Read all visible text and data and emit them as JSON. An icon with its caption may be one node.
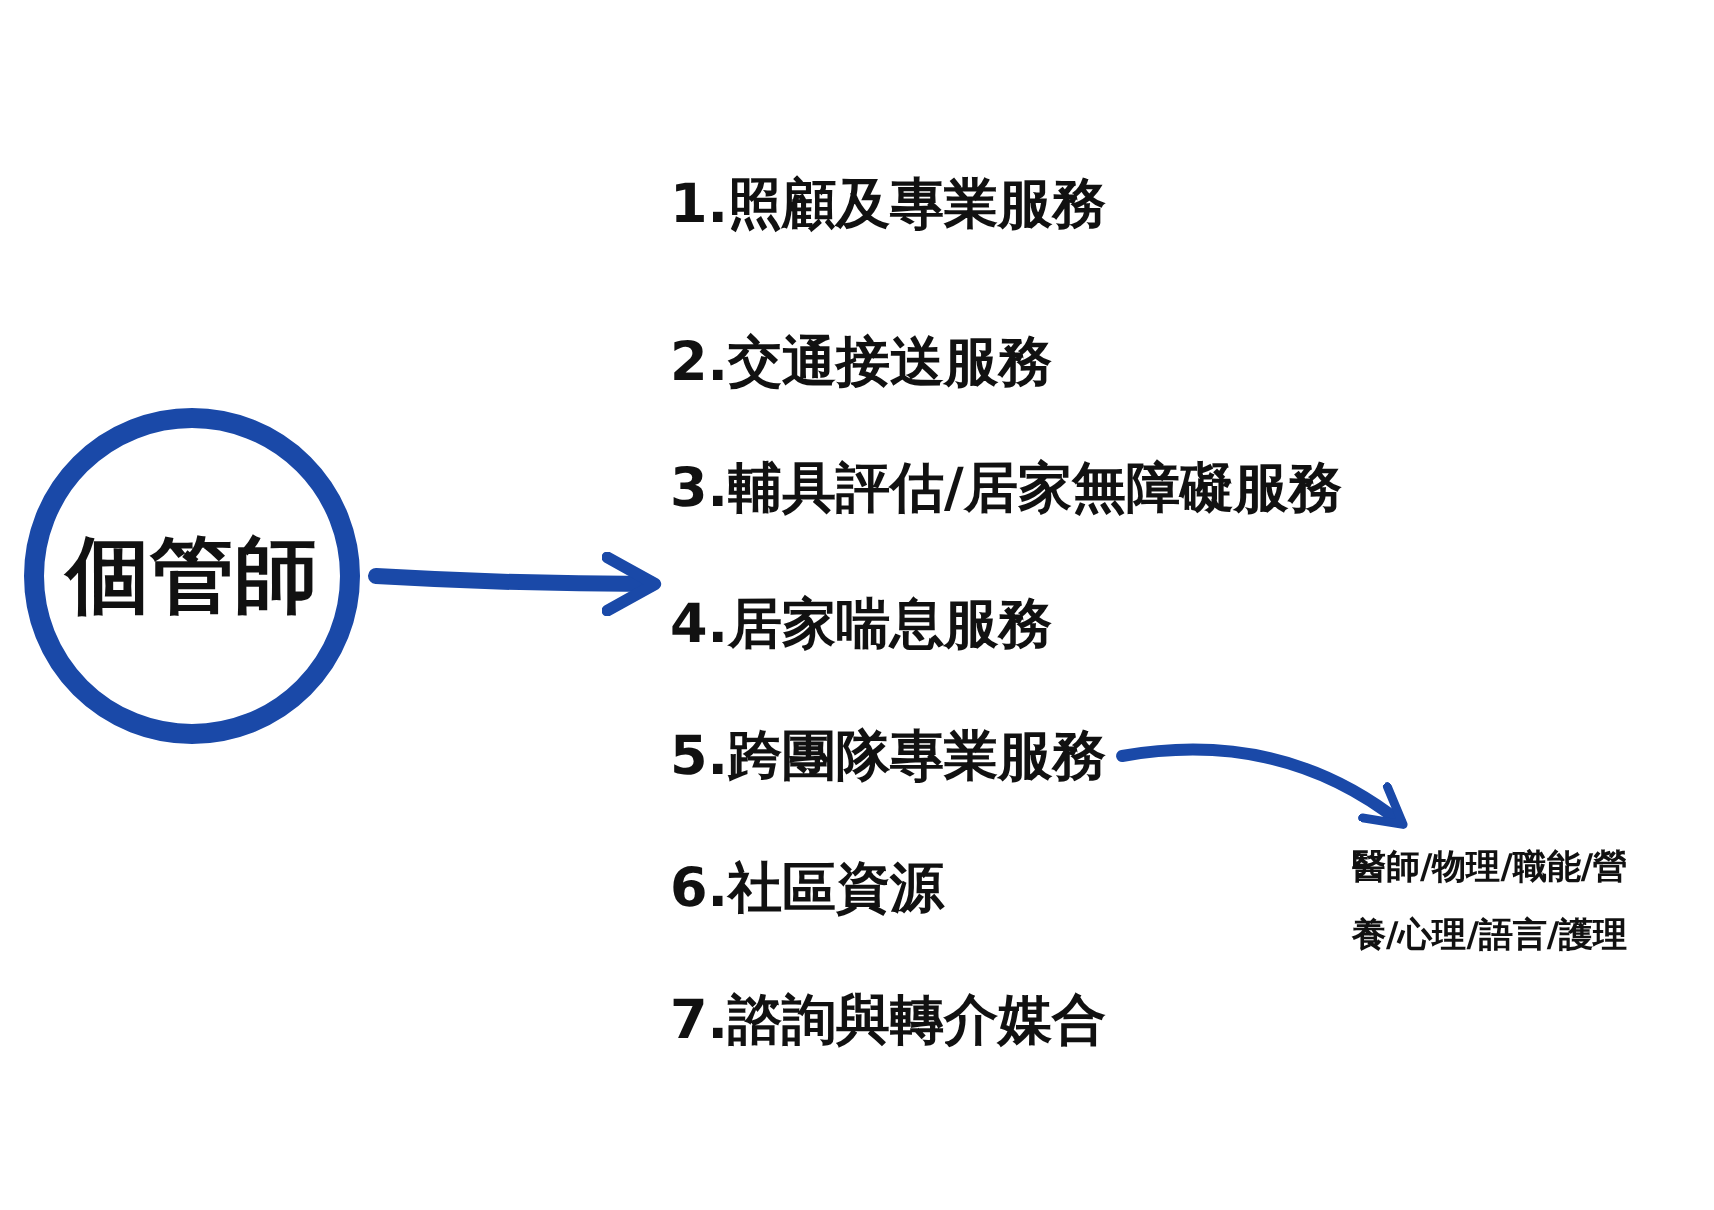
{
  "diagram": {
    "nodes": [
      {
        "text": [
          "個管師"
        ]
      },
      {
        "text": [
          "1.照顧及專業服務"
        ]
      },
      {
        "text": [
          "2.交通接送服務"
        ]
      },
      {
        "text": [
          "3.輔具評估/居家無障礙服務"
        ]
      },
      {
        "text": [
          "4.居家喘息服務"
        ]
      },
      {
        "text": [
          "5.跨團隊專業服務"
        ]
      },
      {
        "text": [
          "6.社區資源"
        ]
      },
      {
        "text": [
          "7.諮詢與轉介媒合"
        ]
      },
      {
        "text": [
          "醫師/物理/職能/營養/心理/語言/護理"
        ]
      }
    ],
    "edges": [
      {
        "from": 0,
        "to": 4,
        "arrow": "to"
      },
      {
        "from": 5,
        "to": 8,
        "arrow": "to"
      }
    ]
  }
}
